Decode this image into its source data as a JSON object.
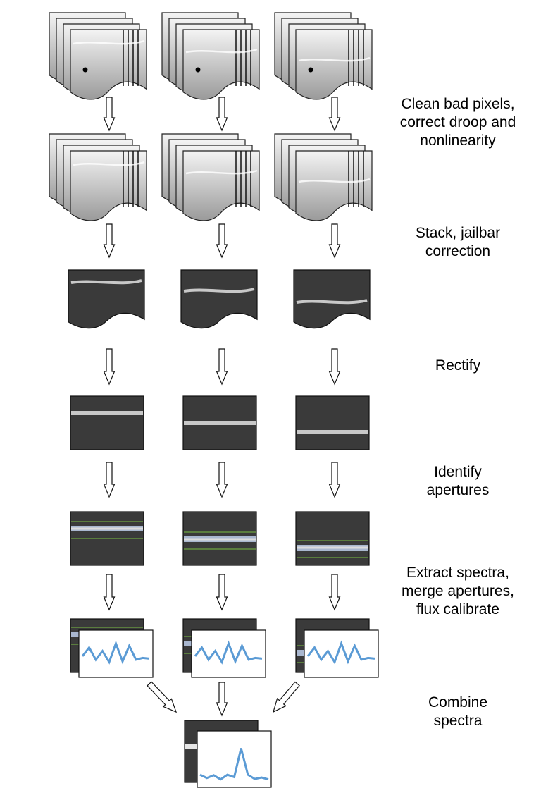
{
  "steps": [
    {
      "label_lines": [
        "Clean bad pixels,",
        "correct droop and",
        "nonlinearity"
      ]
    },
    {
      "label_lines": [
        "Stack, jailbar",
        "correction"
      ]
    },
    {
      "label_lines": [
        "Rectify"
      ]
    },
    {
      "label_lines": [
        "Identify",
        "apertures"
      ]
    },
    {
      "label_lines": [
        "Extract spectra,",
        "merge apertures,",
        "flux calibrate"
      ]
    },
    {
      "label_lines": [
        "Combine",
        "spectra"
      ]
    }
  ],
  "colors": {
    "frame_dark": "#3a3a3a",
    "trace": "#c8c8c8",
    "aperture_band": "#a9b7cf",
    "aperture_lines": "#7ac043",
    "spectrum_line": "#5b9bd5",
    "raw_frame_top": "#f4f4f4",
    "raw_frame_bottom": "#9a9a9a"
  }
}
